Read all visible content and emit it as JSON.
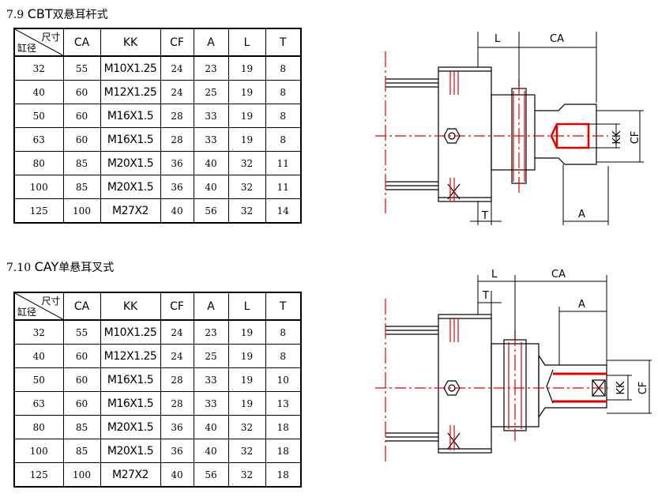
{
  "sections": [
    {
      "number": "7.9",
      "code": "CBT",
      "title_cn": "双悬耳杆式",
      "rows": [
        {
          "bore": "32",
          "CA": "55",
          "KK": "M10X1.25",
          "CF": "24",
          "A": "23",
          "L": "19",
          "T": "8"
        },
        {
          "bore": "40",
          "CA": "60",
          "KK": "M12X1.25",
          "CF": "24",
          "A": "25",
          "L": "19",
          "T": "8"
        },
        {
          "bore": "50",
          "CA": "60",
          "KK": "M16X1.5",
          "CF": "28",
          "A": "33",
          "L": "19",
          "T": "8"
        },
        {
          "bore": "63",
          "CA": "60",
          "KK": "M16X1.5",
          "CF": "28",
          "A": "33",
          "L": "19",
          "T": "8"
        },
        {
          "bore": "80",
          "CA": "85",
          "KK": "M20X1.5",
          "CF": "36",
          "A": "40",
          "L": "32",
          "T": "11"
        },
        {
          "bore": "100",
          "CA": "85",
          "KK": "M20X1.5",
          "CF": "36",
          "A": "40",
          "L": "32",
          "T": "11"
        },
        {
          "bore": "125",
          "CA": "100",
          "KK": "M27X2",
          "CF": "40",
          "A": "56",
          "L": "32",
          "T": "14"
        }
      ]
    },
    {
      "number": "7.10",
      "code": "CAY",
      "title_cn": "单悬耳叉式",
      "rows": [
        {
          "bore": "32",
          "CA": "55",
          "KK": "M10X1.25",
          "CF": "24",
          "A": "23",
          "L": "19",
          "T": "8"
        },
        {
          "bore": "40",
          "CA": "60",
          "KK": "M12X1.25",
          "CF": "24",
          "A": "25",
          "L": "19",
          "T": "8"
        },
        {
          "bore": "50",
          "CA": "60",
          "KK": "M16X1.5",
          "CF": "28",
          "A": "33",
          "L": "19",
          "T": "10"
        },
        {
          "bore": "63",
          "CA": "60",
          "KK": "M16X1.5",
          "CF": "28",
          "A": "33",
          "L": "19",
          "T": "13"
        },
        {
          "bore": "80",
          "CA": "85",
          "KK": "M20X1.5",
          "CF": "36",
          "A": "40",
          "L": "32",
          "T": "18"
        },
        {
          "bore": "100",
          "CA": "85",
          "KK": "M20X1.5",
          "CF": "36",
          "A": "40",
          "L": "32",
          "T": "18"
        },
        {
          "bore": "125",
          "CA": "100",
          "KK": "M27X2",
          "CF": "40",
          "A": "56",
          "L": "32",
          "T": "18"
        }
      ]
    }
  ],
  "header": {
    "corner_top": "尺寸",
    "corner_bottom": "缸径",
    "columns": [
      "CA",
      "KK",
      "CF",
      "A",
      "L",
      "T"
    ]
  },
  "dimension_labels": {
    "L": "L",
    "CA": "CA",
    "KK": "KK",
    "CF": "CF",
    "T": "T",
    "A": "A"
  },
  "colors": {
    "line": "#000000",
    "accent": "#e00000"
  }
}
